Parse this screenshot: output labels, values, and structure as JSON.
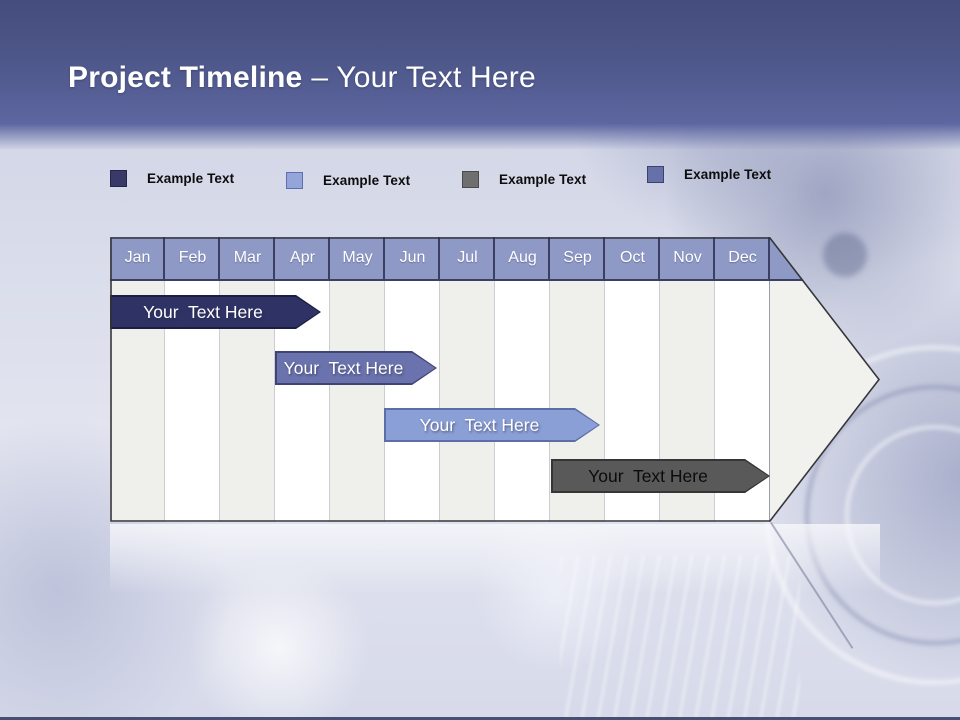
{
  "slide": {
    "title_bold": "Project Timeline",
    "title_rest": "– Your Text Here"
  },
  "legend": {
    "items": [
      {
        "label": "Example Text",
        "color": "#3a3a68",
        "border": "#26264a"
      },
      {
        "label": "Example Text",
        "color": "#94a5d9",
        "border": "#5f6fae"
      },
      {
        "label": "Example Text",
        "color": "#6f6f6f",
        "border": "#4b4b4b"
      },
      {
        "label": "Example Text",
        "color": "#6670a9",
        "border": "#3d4268"
      }
    ]
  },
  "timeline": {
    "months": [
      "Jan",
      "Feb",
      "Mar",
      "Apr",
      "May",
      "Jun",
      "Jul",
      "Aug",
      "Sep",
      "Oct",
      "Nov",
      "Dec"
    ],
    "header_color": "#8f99c6",
    "header_divider_color": "#3b3f63",
    "bars": [
      {
        "label": "Your  Text Here",
        "fill": "#2e3264",
        "border": "#1b1e40",
        "text_color": "#ffffff",
        "start": "Jan",
        "end": "Mar"
      },
      {
        "label": "Your  Text Here",
        "fill": "#6a73ad",
        "border": "#3f4472",
        "text_color": "#ffffff",
        "start": "Apr",
        "end": "Jun"
      },
      {
        "label": "Your  Text Here",
        "fill": "#8b9fd7",
        "border": "#5c6da8",
        "text_color": "#ffffff",
        "start": "Jun",
        "end": "Sep"
      },
      {
        "label": "Your  Text Here",
        "fill": "#595959",
        "border": "#353535",
        "text_color": "#0b0b0b",
        "start": "Sep",
        "end": "Nov"
      }
    ]
  }
}
